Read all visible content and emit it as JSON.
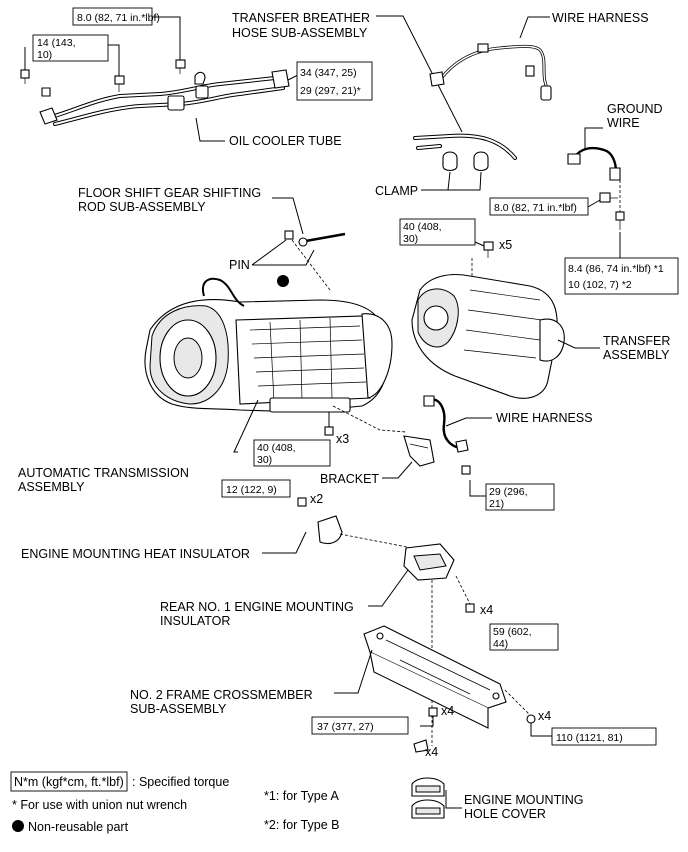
{
  "labels": {
    "breather_1": "TRANSFER BREATHER",
    "breather_2": "HOSE SUB-ASSEMBLY",
    "wire_harness_top": "WIRE HARNESS",
    "ground_1": "GROUND",
    "ground_2": "WIRE",
    "oil_cooler": "OIL COOLER TUBE",
    "clamp": "CLAMP",
    "floor_1": "FLOOR SHIFT GEAR SHIFTING",
    "floor_2": "ROD SUB-ASSEMBLY",
    "pin": "PIN",
    "transfer_1": "TRANSFER",
    "transfer_2": "ASSEMBLY",
    "wire_harness_mid": "WIRE HARNESS",
    "auto_trans_1": "AUTOMATIC TRANSMISSION",
    "auto_trans_2": "ASSEMBLY",
    "bracket": "BRACKET",
    "heat_insulator": "ENGINE MOUNTING HEAT INSULATOR",
    "rear_mount_1": "REAR NO. 1 ENGINE MOUNTING",
    "rear_mount_2": "INSULATOR",
    "crossmember_1": "NO. 2 FRAME CROSSMEMBER",
    "crossmember_2": "SUB-ASSEMBLY",
    "hole_cover_1": "ENGINE MOUNTING",
    "hole_cover_2": "HOLE COVER"
  },
  "torques": {
    "t_8_0_top": "8.0 (82, 71 in.*lbf)",
    "t_14_a": "14 (143,",
    "t_14_b": "10)",
    "t_34": "34 (347, 25)",
    "t_29_union": "29 (297, 21)*",
    "t_8_0_mid": "8.0 (82, 71 in.*lbf)",
    "t_40_top_a": "40 (408,",
    "t_40_top_b": "30)",
    "t_8_4": "8.4 (86, 74 in.*lbf) *1",
    "t_10": "10 (102, 7) *2",
    "t_40_mid_a": "40 (408,",
    "t_40_mid_b": "30)",
    "t_12": "12 (122, 9)",
    "t_29_bracket_a": "29 (296,",
    "t_29_bracket_b": "21)",
    "t_59_a": "59 (602,",
    "t_59_b": "44)",
    "t_37": "37 (377, 27)",
    "t_110": "110 (1121, 81)"
  },
  "quantities": {
    "x5": "x5",
    "x3": "x3",
    "x2": "x2",
    "x4_a": "x4",
    "x4_b": "x4",
    "x4_c": "x4",
    "x4_d": "x4"
  },
  "legend": {
    "unit_box": "N*m (kgf*cm, ft.*lbf)",
    "unit_desc": ": Specified torque",
    "union_note": "* For use with union nut wrench",
    "non_reusable": "Non-reusable part",
    "type_a": "*1: for Type A",
    "type_b": "*2: for Type B"
  }
}
